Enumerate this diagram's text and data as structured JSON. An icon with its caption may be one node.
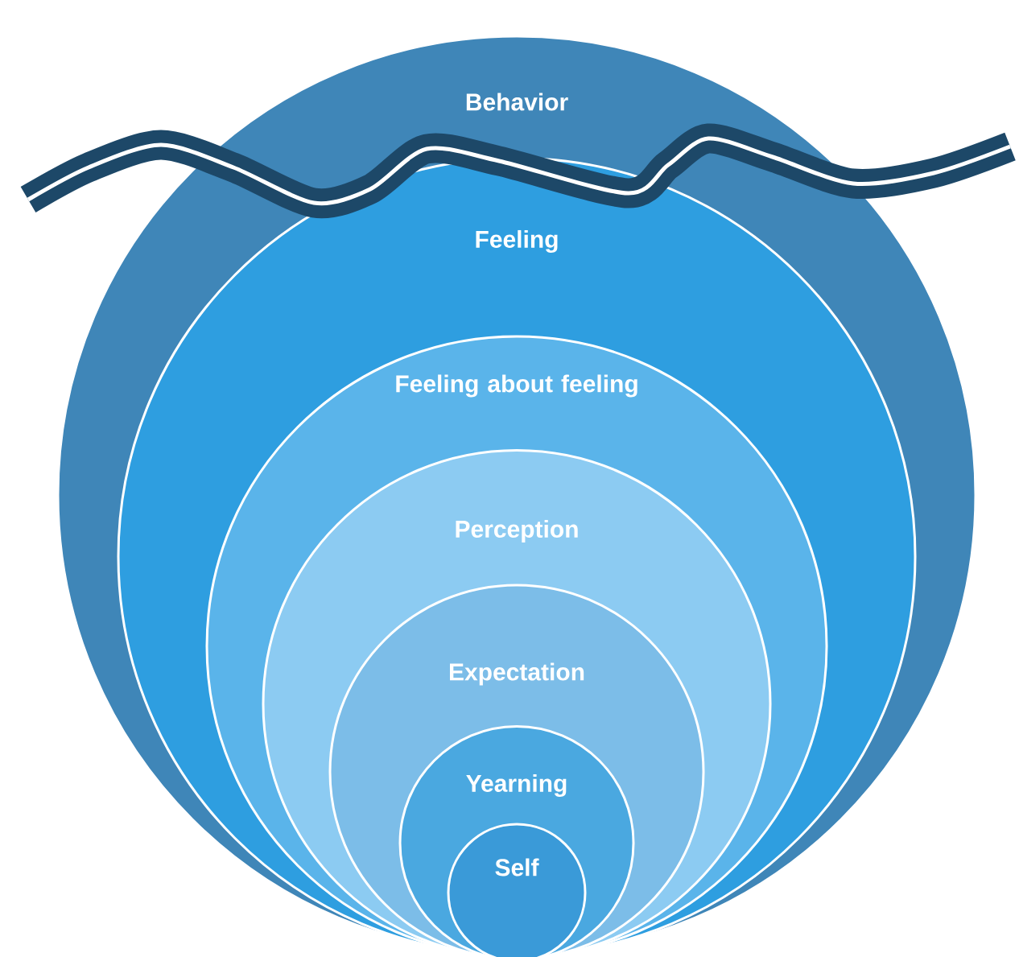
{
  "diagram": {
    "nodes": [
      {
        "text": [
          "Behavior"
        ]
      },
      {
        "text": [
          "Feeling"
        ],
        "in": 0
      },
      {
        "text": [
          "Feeling about feeling"
        ],
        "in": 1
      },
      {
        "text": [
          "Perception"
        ],
        "in": 2
      },
      {
        "text": [
          "Expectation"
        ],
        "in": 3
      },
      {
        "text": [
          "Yearning"
        ],
        "in": 4
      },
      {
        "text": [
          "Self"
        ],
        "in": 5
      }
    ]
  }
}
